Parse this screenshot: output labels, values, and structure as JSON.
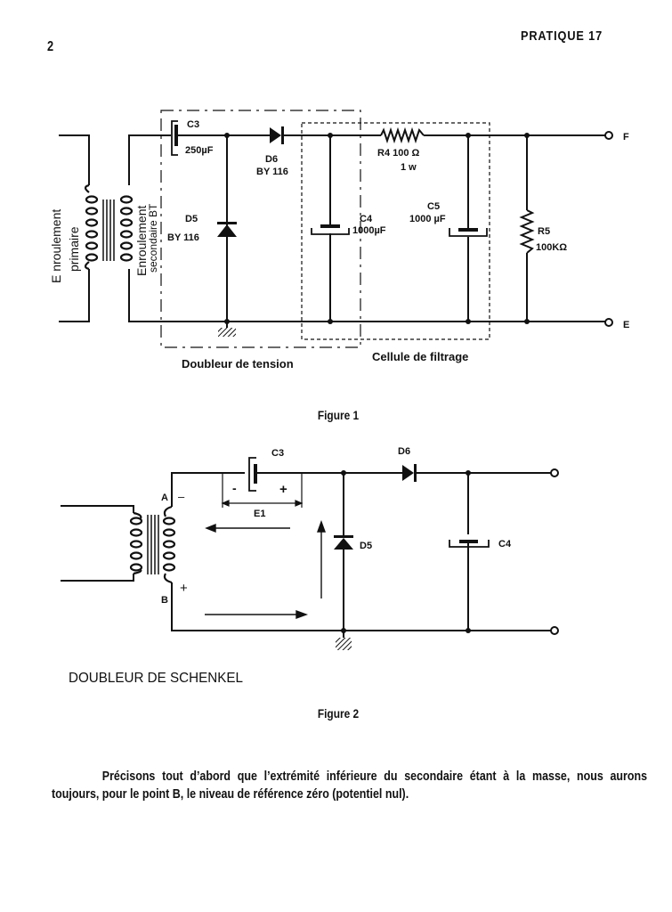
{
  "page": {
    "number": "2",
    "running_head": "PRATIQUE 17"
  },
  "figure1": {
    "caption": "Figure 1",
    "transformer": {
      "primary_label_1": "E nroulement",
      "primary_label_2": "primaire",
      "secondary_label_1": "Enroulement",
      "secondary_label_2": "secondaire BT"
    },
    "components": {
      "c3_name": "C3",
      "c3_value": "250µF",
      "d6_name": "D6",
      "d6_value": "BY 116",
      "d5_name": "D5",
      "d5_value": "BY 116",
      "c4_name": "C4",
      "c4_value": "1000µF",
      "r4_label": "R4 100   Ω",
      "r4_power": "1  w",
      "c5_name": "C5",
      "c5_value": "1000 µF",
      "r5_name": "R5",
      "r5_value": "100KΩ"
    },
    "terminals": {
      "top": "F",
      "bottom": "E"
    },
    "blocks": {
      "doubler": "Doubleur  de  tension",
      "filter": "Cellule de filtrage"
    }
  },
  "figure2": {
    "caption": "Figure 2",
    "title": "DOUBLEUR DE SCHENKEL",
    "labels": {
      "c3": "C3",
      "minus": "-",
      "plus": "+",
      "e1": "E1",
      "point_a": "A",
      "point_a_sign": "–",
      "point_b": "B",
      "point_b_sign": "+",
      "d6": "D6",
      "d5": "D5",
      "c4": "C4"
    }
  },
  "body": {
    "paragraph": "Précisons tout d’abord que l’extrémité inférieure du secondaire étant à la masse, nous aurons toujours, pour le point B, le niveau de référence zéro (potentiel nul)."
  }
}
